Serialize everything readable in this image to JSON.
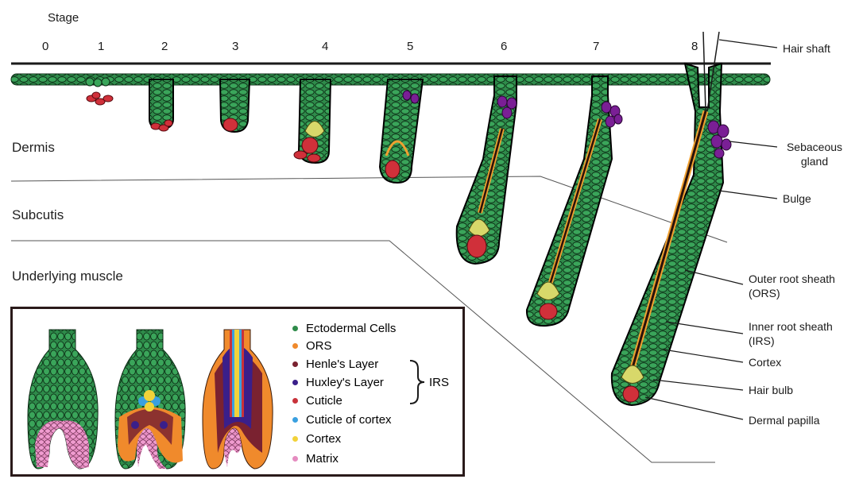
{
  "stage_header": "Stage",
  "stages": [
    "0",
    "1",
    "2",
    "3",
    "4",
    "5",
    "6",
    "7",
    "8"
  ],
  "regions": {
    "dermis": "Dermis",
    "subcutis": "Subcutis",
    "muscle": "Underlying muscle"
  },
  "structure_labels": {
    "hair_shaft": "Hair shaft",
    "sebaceous_gland": "Sebaceous gland",
    "bulge": "Bulge",
    "ors": "Outer root sheath (ORS)",
    "irs": "Inner root sheath (IRS)",
    "cortex": "Cortex",
    "hair_bulb": "Hair bulb",
    "dermal_papilla": "Dermal papilla"
  },
  "legend": {
    "items": [
      {
        "label": "Ectodermal Cells",
        "color": "#2e8b4a"
      },
      {
        "label": "ORS",
        "color": "#f08a2c"
      },
      {
        "label": "Henle's Layer",
        "color": "#7a2230"
      },
      {
        "label": "Huxley's Layer",
        "color": "#3a1f8a"
      },
      {
        "label": "Cuticle",
        "color": "#c8323a"
      },
      {
        "label": "Cuticle of cortex",
        "color": "#3aa0e0"
      },
      {
        "label": "Cortex",
        "color": "#f2d23a"
      },
      {
        "label": "Matrix",
        "color": "#e58cc0"
      }
    ],
    "bracket_label": "IRS"
  },
  "colors": {
    "ectoderm": "#2e8b4a",
    "papilla": "#d0303a",
    "sebaceous": "#7a1f95",
    "irs_orange": "#f0a030",
    "cortex_yellow": "#d8d86a",
    "shaft": "#2a120a"
  }
}
